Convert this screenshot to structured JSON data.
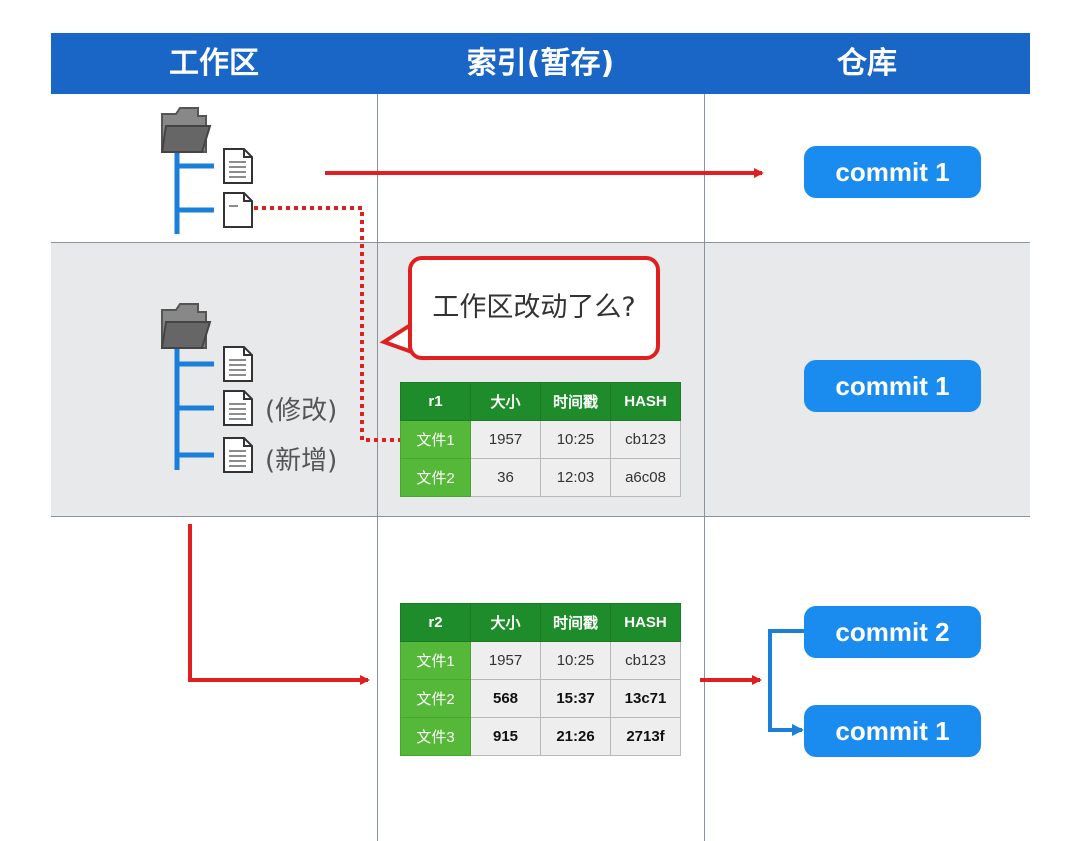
{
  "header": {
    "workspace": "工作区",
    "index": "索引(暂存)",
    "repo": "仓库"
  },
  "row1": {
    "commit": "commit 1"
  },
  "row2": {
    "bubble": "工作区改动了么?",
    "note_modified": "(修改)",
    "note_added": "(新增)",
    "commit": "commit 1",
    "table": {
      "headers": [
        "r1",
        "大小",
        "时间戳",
        "HASH"
      ],
      "rows": [
        [
          "文件1",
          "1957",
          "10:25",
          "cb123"
        ],
        [
          "文件2",
          "36",
          "12:03",
          "a6c08"
        ]
      ]
    }
  },
  "row3": {
    "commit_top": "commit 2",
    "commit_bottom": "commit 1",
    "table": {
      "headers": [
        "r2",
        "大小",
        "时间戳",
        "HASH"
      ],
      "rows": [
        [
          "文件1",
          "1957",
          "10:25",
          "cb123"
        ],
        [
          "文件2",
          "568",
          "15:37",
          "13c71"
        ],
        [
          "文件3",
          "915",
          "21:26",
          "2713f"
        ]
      ]
    }
  },
  "colors": {
    "header_blue": "#1a66c6",
    "commit_blue": "#1a8cf0",
    "arrow_red": "#e02020",
    "tree_blue": "#1a7fd8",
    "table_green": "#1e8c2a"
  },
  "icons": [
    "folder-icon",
    "document-icon"
  ]
}
